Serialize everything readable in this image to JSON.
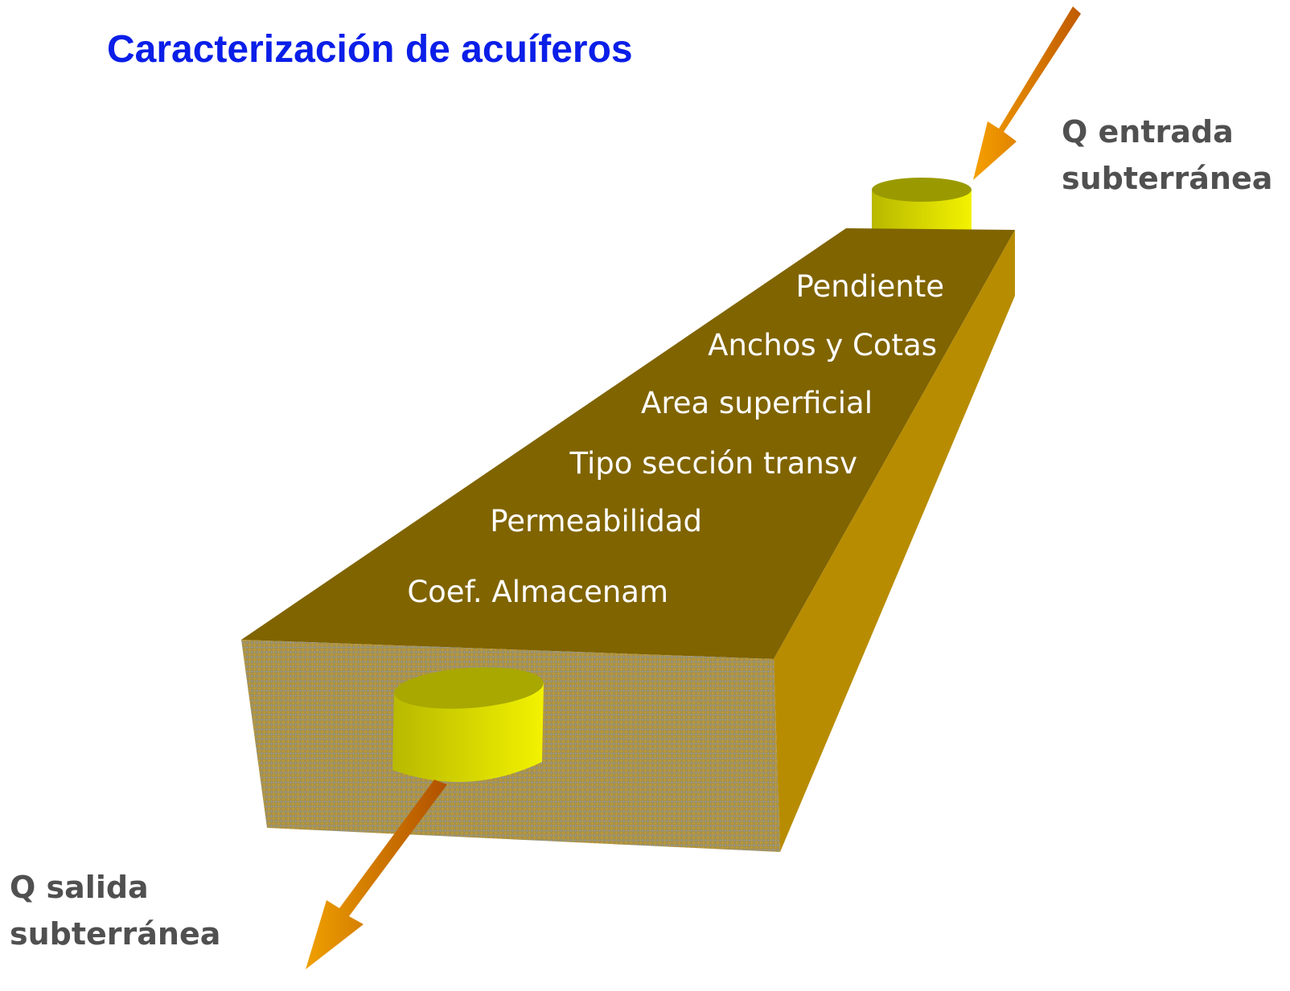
{
  "title": "Caracterización de acuíferos",
  "inflow": {
    "line1": "Q entrada",
    "line2": "subterránea"
  },
  "outflow": {
    "line1": "Q salida",
    "line2": "subterránea"
  },
  "parameters": [
    "Pendiente",
    "Anchos y Cotas",
    "Area superficial",
    "Tipo sección transv",
    "Permeabilidad",
    "Coef. Almacenam"
  ],
  "colors": {
    "title": "#0a1ee8",
    "top_face": "#806400",
    "side_face": "#b88c00",
    "front_face": "#a08840",
    "cylinder": "#e6e600",
    "arrow": "#f08c00",
    "label": "#505050"
  }
}
